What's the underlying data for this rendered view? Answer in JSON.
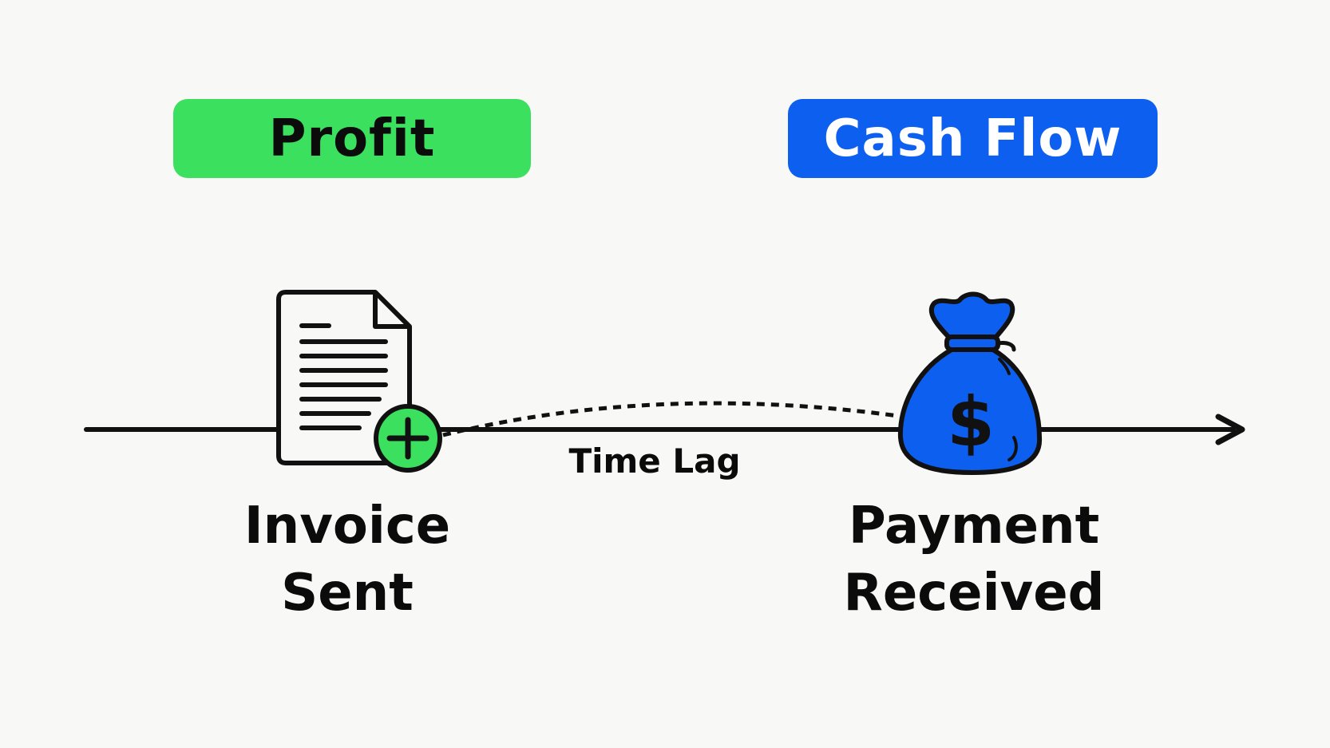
{
  "labels": {
    "profit": "Profit",
    "cash_flow": "Cash Flow",
    "invoice_sent": "Invoice\nSent",
    "payment_received": "Payment\nReceived",
    "time_lag": "Time Lag"
  },
  "icons": {
    "invoice": "document-icon",
    "plus": "plus-circle-icon",
    "money_bag": "money-bag-icon",
    "currency_symbol": "$"
  },
  "colors": {
    "profit_green": "#3be05f",
    "cash_flow_blue": "#0d5ff0",
    "line": "#111111"
  }
}
